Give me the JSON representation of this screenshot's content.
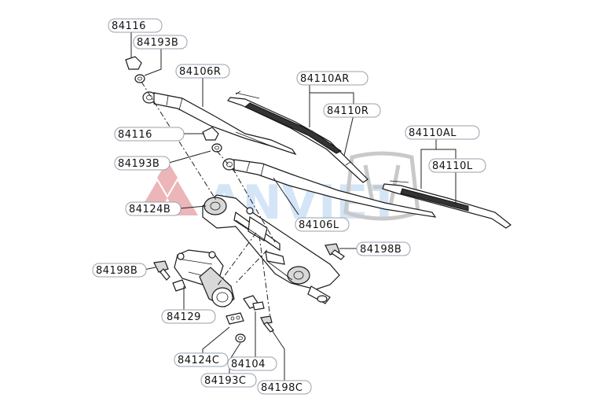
{
  "labels": {
    "l_84116_top": "84116",
    "l_84193B_top": "84193B",
    "l_84106R": "84106R",
    "l_84110AR": "84110AR",
    "l_84110R": "84110R",
    "l_84116_mid": "84116",
    "l_84193B_mid": "84193B",
    "l_84124B": "84124B",
    "l_84106L": "84106L",
    "l_84110AL": "84110AL",
    "l_84110L": "84110L",
    "l_84198B_right": "84198B",
    "l_84198B_left": "84198B",
    "l_84129": "84129",
    "l_84124C": "84124C",
    "l_84104": "84104",
    "l_84193C": "84193C",
    "l_84198C": "84198C"
  },
  "watermark": {
    "text": "ANVIET",
    "brand_red": "#e9a9ad",
    "brand_blue": "#cfe3f7"
  },
  "colors": {
    "line": "#222222",
    "label_border": "#9aa0ad"
  }
}
